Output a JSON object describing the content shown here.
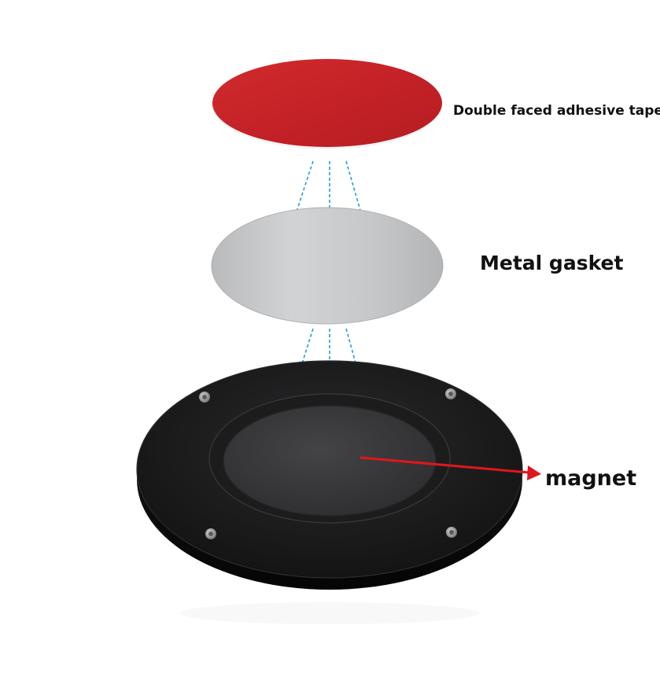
{
  "labels": {
    "tape": "Double faced adhesive tape",
    "gasket": "Metal gasket",
    "magnet": "magnet"
  },
  "colors": {
    "tape": "#c42227",
    "gasket": "#c4c5c7",
    "base_ring": "#1e1e20",
    "base_edge": "#0c0c0d",
    "magnet_face": "#38383a",
    "arrow_blue": "#1f9be4",
    "pointer_red": "#e0161c",
    "screw": "#a5a5a5"
  },
  "icons": {
    "assembly_arrows": "arrow-down-icon",
    "magnet_pointer": "arrow-right-icon",
    "screws": "screw-icon"
  }
}
